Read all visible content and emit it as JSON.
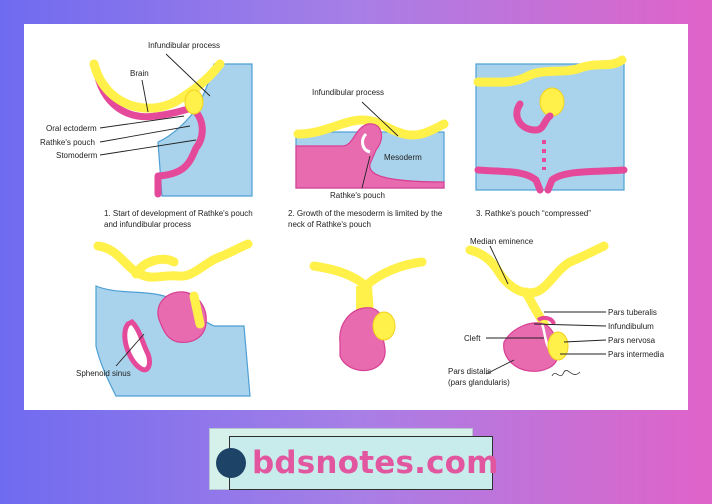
{
  "diagram": {
    "panel1": {
      "labels": {
        "infundibular_process": "Infundibular process",
        "brain": "Brain",
        "oral_ectoderm": "Oral ectoderm",
        "rathkes_pouch": "Rathke's pouch",
        "stomoderm": "Stomoderm"
      },
      "caption_line1": "1. Start of development of Rathke's pouch",
      "caption_line2": "and infundibular process"
    },
    "panel2": {
      "labels": {
        "infundibular_process": "Infundibular process",
        "mesoderm": "Mesoderm",
        "rathkes_pouch": "Rathke's pouch"
      },
      "caption_line1": "2. Growth of the mesoderm is limited by the",
      "caption_line2": "neck of Rathke's pouch"
    },
    "panel3": {
      "caption_line1": "3. Rathke's pouch “compressed”"
    },
    "panel4": {
      "labels": {
        "sphenoid_sinus": "Sphenoid sinus"
      }
    },
    "panel6": {
      "labels": {
        "median_eminence": "Median eminence",
        "pars_tuberalis": "Pars tuberalis",
        "infundibulum": "Infundibulum",
        "cleft": "Cleft",
        "pars_nervosa": "Pars nervosa",
        "pars_intermedia": "Pars intermedia",
        "pars_distalis_line1": "Pars distalis",
        "pars_distalis_line2": "(pars glandularis)"
      }
    }
  },
  "badge": {
    "text": "bdsnotes.com"
  },
  "colors": {
    "mesoderm_blue": "#a9d3ec",
    "ectoderm_pink": "#e5499a",
    "neural_yellow": "#fff04a",
    "badge_text": "#e2569f",
    "badge_dot": "#1d4466"
  }
}
